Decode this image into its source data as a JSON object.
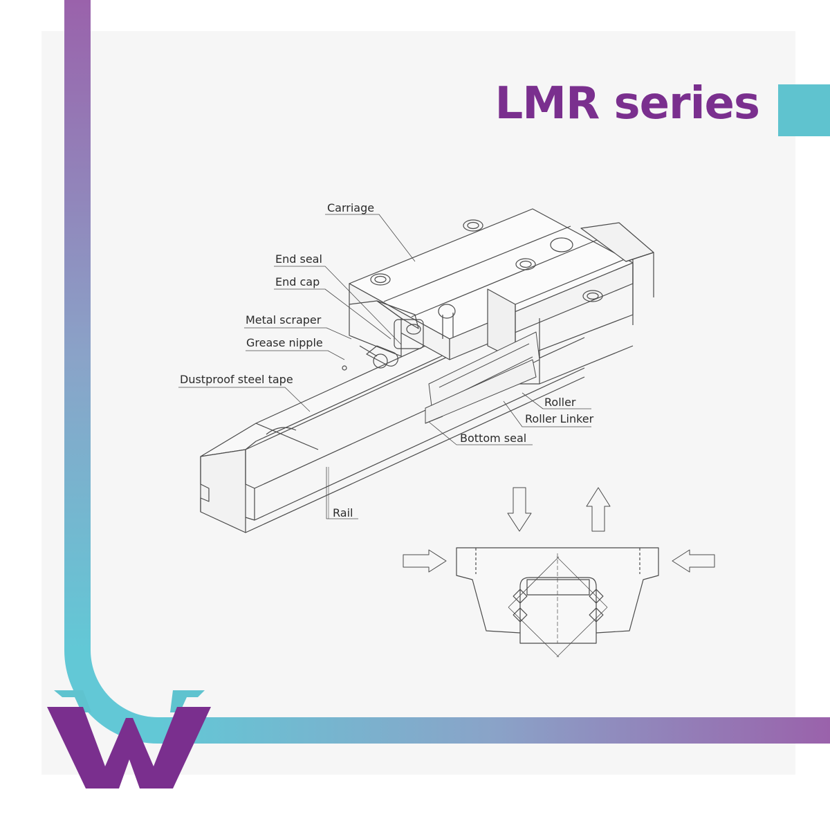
{
  "title": "LMR series",
  "labels": {
    "carriage": "Carriage",
    "end_seal": "End seal",
    "end_cap": "End cap",
    "metal_scraper": "Metal scraper",
    "grease_nipple": "Grease nipple",
    "dustproof_tape": "Dustproof steel tape",
    "roller": "Roller",
    "roller_linker": "Roller Linker",
    "bottom_seal": "Bottom seal",
    "rail": "Rail"
  },
  "colors": {
    "brand_purple": "#7a2f8e",
    "accent_teal": "#5fc3cf",
    "line": "#4a4a4a"
  },
  "logo": {
    "icon": "w-logo",
    "text": "W"
  }
}
